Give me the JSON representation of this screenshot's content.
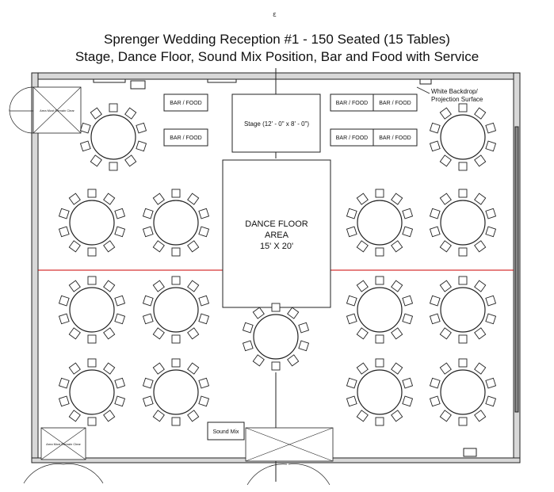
{
  "header": {
    "mark": "ε",
    "title_line1": "Sprenger Wedding Reception #1 - 150 Seated (15 Tables)",
    "title_line2": "Stage, Dance Floor, Sound Mix Position, Bar and Food with Service"
  },
  "labels": {
    "bar_food": "BAR / FOOD",
    "stage": "Stage (12' - 0\" x 8' - 0\")",
    "dance_floor_line1": "DANCE FLOOR",
    "dance_floor_line2": "AREA",
    "dance_floor_line3": "15' X 20'",
    "sound_mix": "Sound Mix",
    "backdrop_line1": "White Backdrop/",
    "backdrop_line2": "Projection Surface",
    "door_note": "Area Must Remain Clear"
  },
  "counts": {
    "tables": 15,
    "seated_guests": 150,
    "bar_food_stations": 6
  },
  "colors": {
    "line": "#222222",
    "wall_fill": "#d8d8d8",
    "center_line": "#cc0000"
  }
}
